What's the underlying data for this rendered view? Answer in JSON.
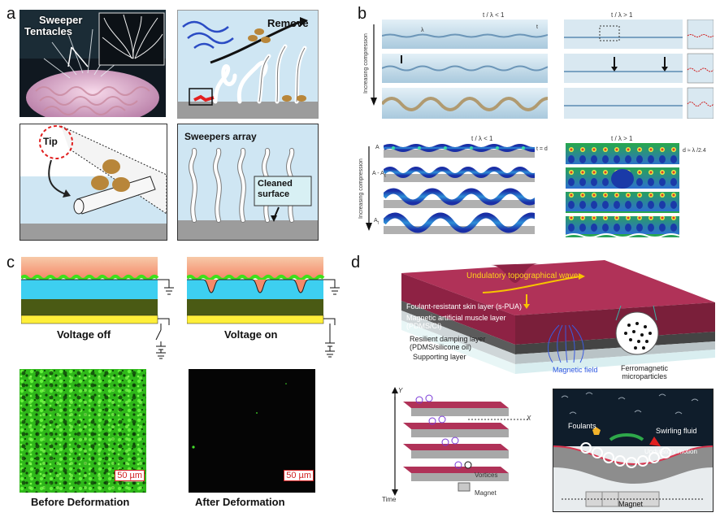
{
  "panels": {
    "a": "a",
    "b": "b",
    "c": "c",
    "d": "d"
  },
  "panel_a": {
    "photo_label_line1": "Sweeper",
    "photo_label_line2": "Tentacles",
    "remove_label": "Remove",
    "tip_label": "Tip",
    "array_label": "Sweepers array",
    "cleaned_line1": "Cleaned",
    "cleaned_line2": "surface"
  },
  "panel_b": {
    "header_left": "t / λ < 1",
    "header_right": "t / λ > 1",
    "axis_label": "Increasing compression",
    "sim_header_left": "t / λ < 1",
    "sim_header_right": "t / λ > 1",
    "sim_axis_label": "Increasing compression",
    "t_eq_d": "t = d",
    "d_approx": "d ≈ λ /2.4",
    "a_label": "A",
    "a_minus_ac": "A - A",
    "a_sub_c": "c",
    "a_t": "A",
    "a_sub_t": "t",
    "lambda": "λ",
    "t_label": "t"
  },
  "panel_c": {
    "voltage_off": "Voltage off",
    "voltage_on": "Voltage on",
    "scale_left": "50 µm",
    "scale_right": "50 µm",
    "before": "Before Deformation",
    "after": "After Deformation"
  },
  "panel_d": {
    "wave_label": "Undulatory topographical wave",
    "layer1": "Foulant-resistant skin layer (s-PUA)",
    "layer2a": "Magnetic artificial muscle layer",
    "layer2b": "(PDMS/CI)",
    "layer3a": "Resilient damping layer",
    "layer3b": "(PDMS/silicone oil)",
    "layer4": "Supporting layer",
    "magnetic_field": "Magnetic field",
    "ferro_a": "Ferromagnetic",
    "ferro_b": "microparticles",
    "axis_y": "Y",
    "axis_x": "X",
    "vortices": "Vortices",
    "magnet": "Magnet",
    "time": "Time",
    "foulants": "Foulants",
    "swirling": "Swirling fluid",
    "undulatory_motion": "Undulatory motion",
    "magnet2": "Magnet"
  },
  "colors": {
    "sea": "#cfe6f3",
    "floor": "#9c9c9c",
    "sweeper": "#f3f3f3",
    "foulant": "#b8863a",
    "skin": "#9a2b48",
    "green": "#37d21b",
    "yellow": "#ffef39",
    "olive": "#4a5a14",
    "cyan": "#3dcff0"
  }
}
